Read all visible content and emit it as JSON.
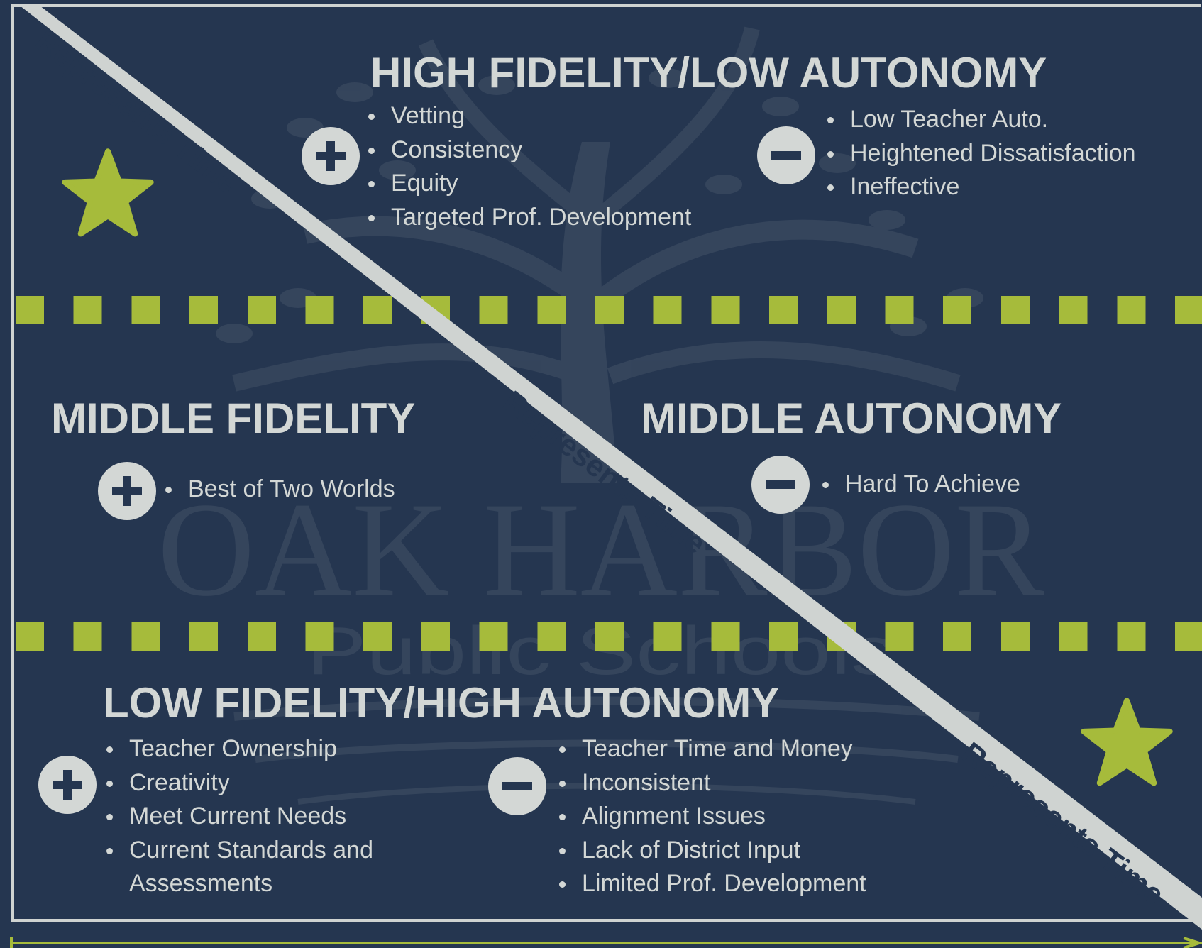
{
  "colors": {
    "background": "#253650",
    "accent": "#a6bb3b",
    "light": "#d3d7d5"
  },
  "watermark": {
    "line1": "OAK HARBOR",
    "line2": "Public Schools"
  },
  "time_label": "Represents Time",
  "top": {
    "heading": "HIGH FIDELITY/LOW AUTONOMY",
    "pros": [
      "Vetting",
      "Consistency",
      "Equity",
      "Targeted Prof. Development"
    ],
    "cons": [
      "Low Teacher Auto.",
      "Heightened Dissatisfaction",
      "Ineffective"
    ]
  },
  "middle": {
    "heading_left": "MIDDLE FIDELITY",
    "heading_right": "MIDDLE AUTONOMY",
    "pros": [
      "Best of Two Worlds"
    ],
    "cons": [
      "Hard To Achieve"
    ]
  },
  "bottom": {
    "heading": "LOW FIDELITY/HIGH AUTONOMY",
    "pros": [
      "Teacher Ownership",
      "Creativity",
      "Meet Current Needs",
      "Current Standards and Assessments"
    ],
    "cons": [
      "Teacher Time and Money",
      "Inconsistent",
      "Alignment Issues",
      "Lack of District Input",
      "Limited Prof. Development"
    ]
  },
  "icons": [
    "plus-icon",
    "minus-icon",
    "star-icon"
  ]
}
